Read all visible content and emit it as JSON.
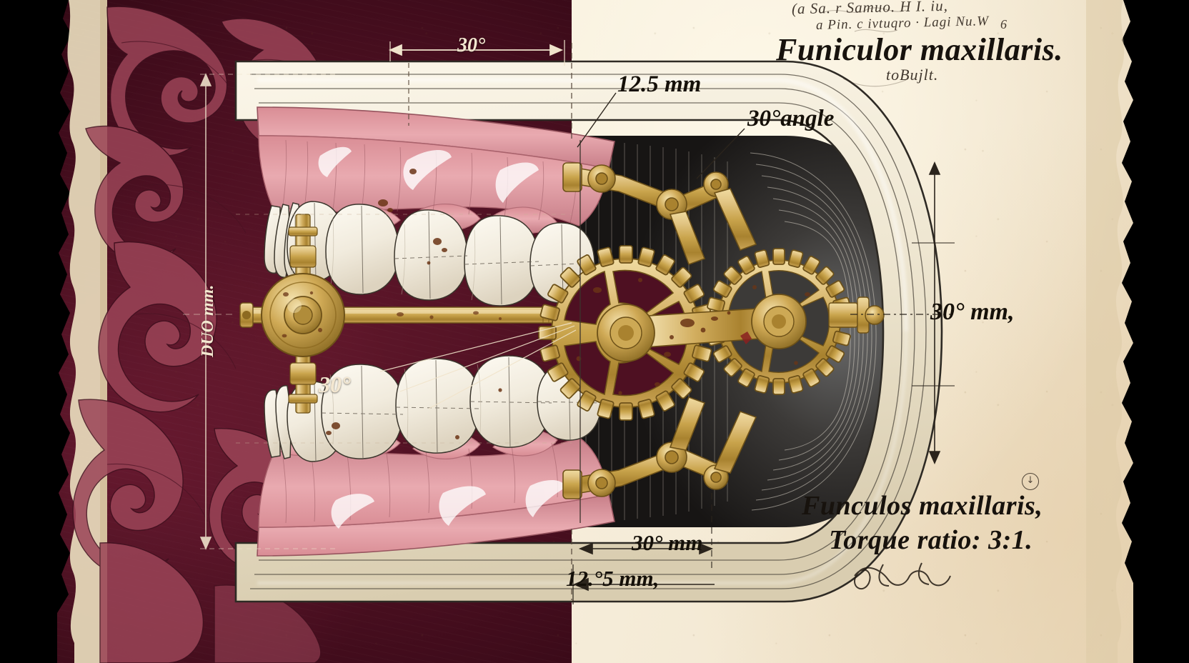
{
  "plate": {
    "domain_title": "Funiculor maxillaris — mechanical dentition plate",
    "palette": {
      "maroon_dark": "#3d0b1a",
      "maroon_mid": "#5d1629",
      "scroll_rose": "#9b4457",
      "parchment": "#f4ead5",
      "parchment_shadow": "#e6d4b4",
      "brass_light": "#e8cd87",
      "brass_mid": "#c9a44c",
      "brass_dark": "#8d6a21",
      "enamel": "#f2ece0",
      "gum_pink": "#e4a0a6",
      "gum_deep": "#bb6e77",
      "ink": "#17120d",
      "void": "#000000"
    }
  },
  "headings": {
    "title_right": "Funiculor maxillaris.",
    "subscript_right": "toBujlt.",
    "hand_line_1": "(a   Sa. r Samuo. H I. iu,",
    "hand_line_2": "a Pin. c ivtuqro · Lagi Nu.W",
    "margin_number": "6"
  },
  "footer": {
    "line_1": "Funculos maxillaris,",
    "line_2": "Torque ratio: 3:1.",
    "signature": "Alighan",
    "stamp_glyph": "↓"
  },
  "annotations": {
    "callout_12_5": "12.5 mm",
    "callout_30_angle": "30°angle",
    "dim_top": "30°",
    "dim_right": "30° mm,",
    "dim_bottom_right": "30° mm",
    "dim_bottom_left": "12.°5 mm,",
    "dim_left_vertical": "DUO mm.",
    "angle_inline": "30°"
  },
  "components": {
    "upper_arch": "upper-dental-arch",
    "lower_arch": "lower-dental-arch",
    "main_gear": "large-brass-spur-gear",
    "secondary_gear": "secondary-brass-spur-gear",
    "drive_shaft": "threaded-drive-shaft",
    "crank_boss": "left-crank-boss",
    "linkage_upper": "upper-articulated-linkage",
    "linkage_lower": "lower-articulated-linkage",
    "mandible_shell": "cream-mandible-shell",
    "ornament": "rococo-scrollwork-border"
  }
}
